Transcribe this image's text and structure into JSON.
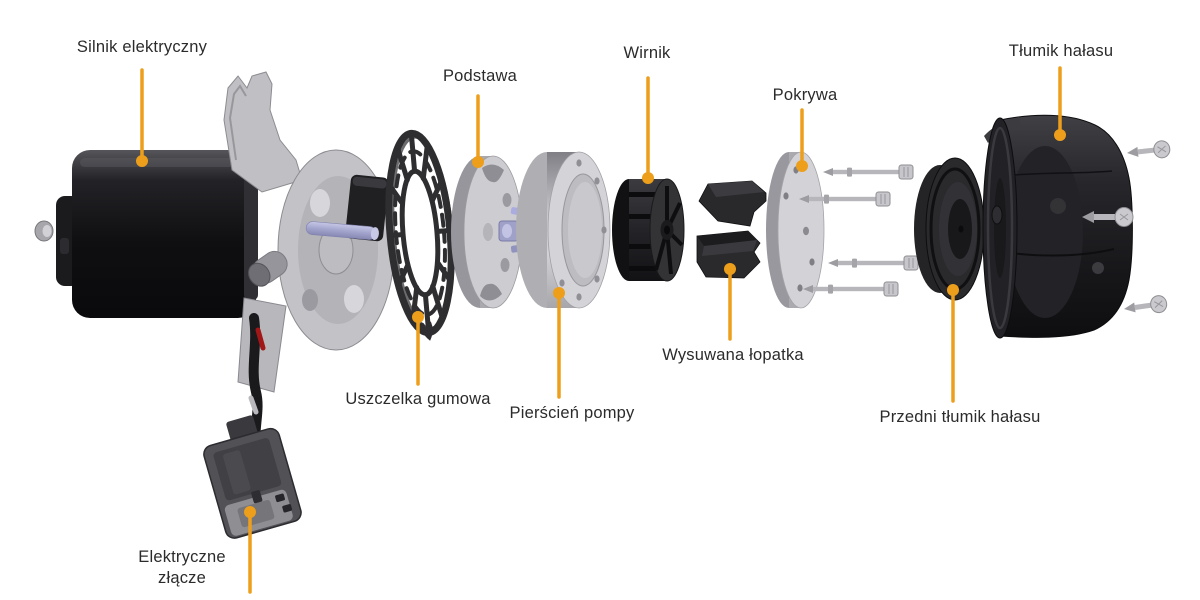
{
  "colors": {
    "accent": "#ED9F1C",
    "text": "#2B2B2B",
    "bg": "#FFFFFF"
  },
  "labels": [
    {
      "id": "silnik-elektryczny",
      "text": "Silnik elektryczny",
      "target": "electric-motor"
    },
    {
      "id": "podstawa",
      "text": "Podstawa",
      "target": "base-plate"
    },
    {
      "id": "wirnik",
      "text": "Wirnik",
      "target": "rotor"
    },
    {
      "id": "pokrywa",
      "text": "Pokrywa",
      "target": "cover"
    },
    {
      "id": "tlumik-halasu",
      "text": "Tłumik hałasu",
      "target": "main-muffler"
    },
    {
      "id": "uszczelka-gumowa",
      "text": "Uszczelka gumowa",
      "target": "rubber-gasket"
    },
    {
      "id": "pierscien-pompy",
      "text": "Pierścień pompy",
      "target": "pump-ring"
    },
    {
      "id": "wysuwana-lopatka",
      "text": "Wysuwana łopatka",
      "target": "sliding-vane"
    },
    {
      "id": "przedni-tlumik-halasu",
      "text": "Przedni tłumik hałasu",
      "target": "front-muffler"
    },
    {
      "id": "elektryczne-zlacze",
      "text": "Elektryczne złącze",
      "target": "electrical-connector"
    }
  ]
}
